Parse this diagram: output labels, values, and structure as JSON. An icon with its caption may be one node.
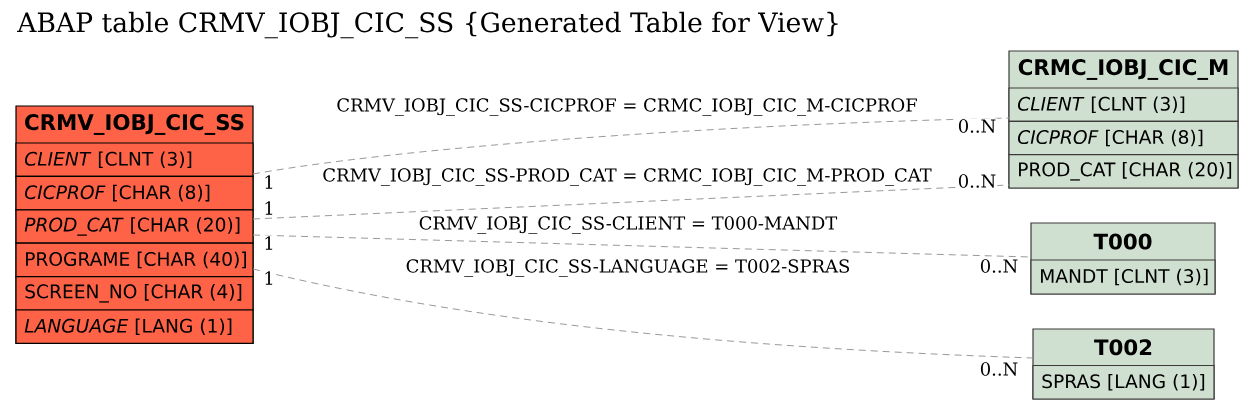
{
  "diagram": {
    "title": "ABAP table CRMV_IOBJ_CIC_SS {Generated Table for View}",
    "nodes": [
      {
        "text": [
          "CRMV_IOBJ_CIC_SS"
        ]
      },
      {
        "text": [
          "*CLIENT* [CLNT (3)]"
        ],
        "in": 0
      },
      {
        "text": [
          "*CICPROF* [CHAR (8)]"
        ],
        "in": 0
      },
      {
        "text": [
          "*PROD_CAT* [CHAR (20)]"
        ],
        "in": 0
      },
      {
        "text": [
          "PROGRAME [CHAR (40)]"
        ],
        "in": 0
      },
      {
        "text": [
          "SCREEN_NO [CHAR (4)]"
        ],
        "in": 0
      },
      {
        "text": [
          "*LANGUAGE* [LANG (1)]"
        ],
        "in": 0
      },
      {
        "text": [
          "CRMC_IOBJ_CIC_M"
        ]
      },
      {
        "text": [
          "*CLIENT* [CLNT (3)]"
        ],
        "in": 7
      },
      {
        "text": [
          "*CICPROF* [CHAR (8)]"
        ],
        "in": 7
      },
      {
        "text": [
          "PROD_CAT [CHAR (20)]"
        ],
        "in": 7
      },
      {
        "text": [
          "T000"
        ]
      },
      {
        "text": [
          "MANDT [CLNT (3)]"
        ],
        "in": 11
      },
      {
        "text": [
          "T002"
        ]
      },
      {
        "text": [
          "SPRAS [LANG (1)]"
        ],
        "in": 13
      }
    ],
    "edges": [
      {
        "from": 0,
        "to": 7,
        "arrow": "none",
        "label": "CRMV_IOBJ_CIC_SS-CICPROF = CRMC_IOBJ_CIC_M-CICPROF",
        "style": "dashed"
      },
      {
        "from": 0,
        "to": 7,
        "arrow": "none",
        "label": "CRMV_IOBJ_CIC_SS-PROD_CAT = CRMC_IOBJ_CIC_M-PROD_CAT",
        "style": "dashed"
      },
      {
        "from": 0,
        "to": 11,
        "arrow": "none",
        "label": "CRMV_IOBJ_CIC_SS-CLIENT = T000-MANDT",
        "style": "dashed"
      },
      {
        "from": 0,
        "to": 13,
        "arrow": "none",
        "label": "CRMV_IOBJ_CIC_SS-LANGUAGE = T002-SPRAS",
        "style": "dashed"
      }
    ],
    "labels": [
      "0..N",
      "1",
      "0..N",
      "1",
      "1",
      "0..N",
      "1",
      "0..N"
    ]
  }
}
